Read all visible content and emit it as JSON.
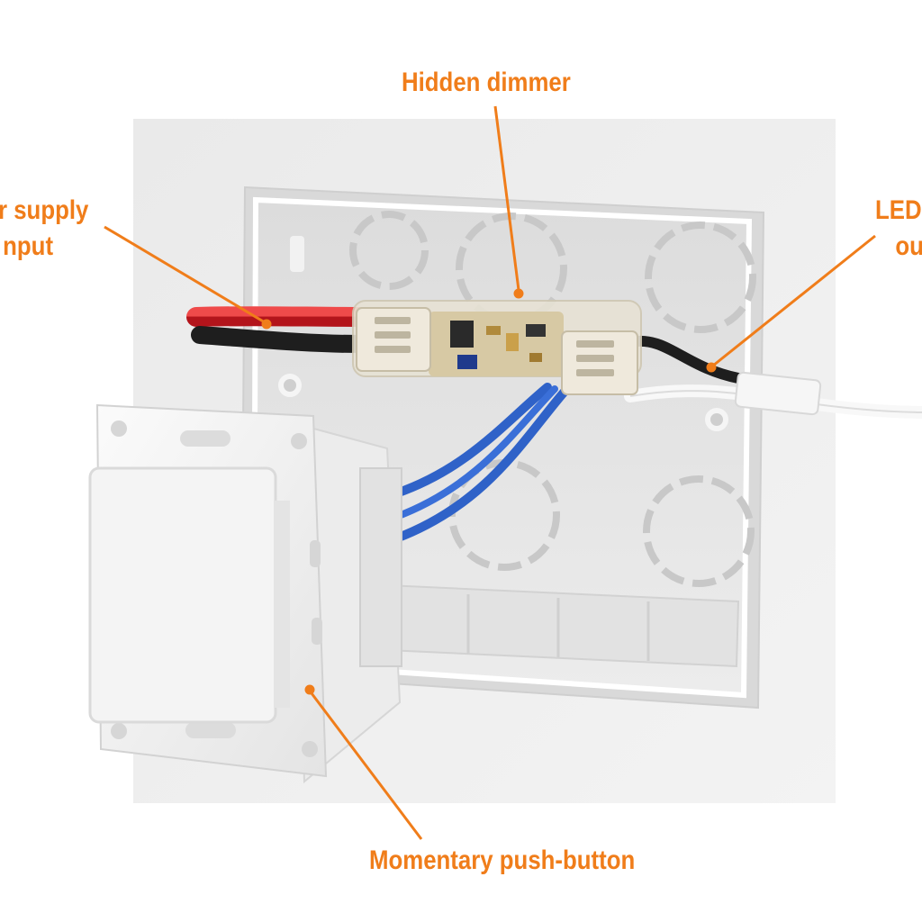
{
  "labels": {
    "dimmer": "Hidden dimmer",
    "push_button": "Momentary push-button",
    "power_line1": "r supply",
    "power_line2": "nput",
    "led_line1": "LED",
    "led_line2": "ou"
  },
  "colors": {
    "annotation": "#f07d1a",
    "wall": "#eeeeee",
    "box": "#e9e9e9",
    "red_wire": "#d8262c",
    "black_wire": "#1e1e1e",
    "blue_wire": "#2f62c8",
    "white_cable": "#f8f8f8",
    "pcb": "#d7c9a4"
  }
}
